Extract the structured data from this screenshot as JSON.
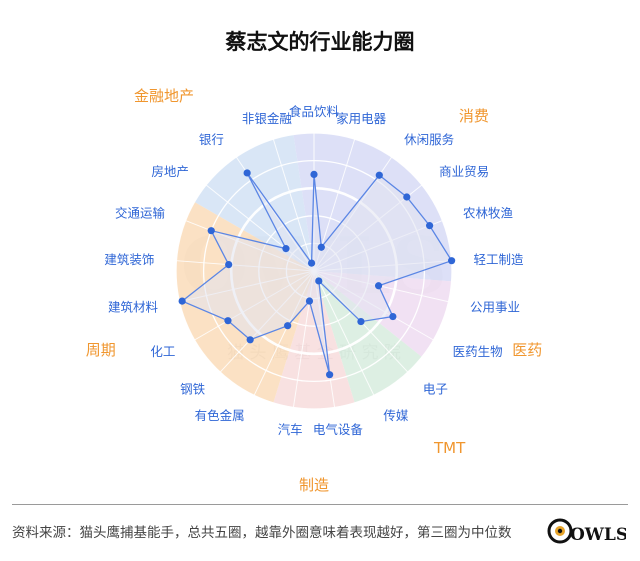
{
  "title": "蔡志文的行业能力圈",
  "footnote": "资料来源：猫头鹰捕基能手，总共五圈，越靠外圈意味着表现越好，第三圈为中位数",
  "watermark": "猫 头 鹰 基 金 研 究 院",
  "logo_text": "OWLS",
  "colors": {
    "line": "#5b86e5",
    "dot": "#2f66d6",
    "group_label": "#f0962e",
    "industry_label": "#2f66d6"
  },
  "chart_data": {
    "type": "radar",
    "rings": 5,
    "median_ring": 3,
    "categories": [
      "食品饮料",
      "家用电器",
      "休闲服务",
      "商业贸易",
      "农林牧渔",
      "轻工制造",
      "公用事业",
      "医药生物",
      "电子",
      "传媒",
      "电气设备",
      "汽车",
      "有色金属",
      "钢铁",
      "化工",
      "建筑材料",
      "建筑装饰",
      "交通运输",
      "房地产",
      "银行",
      "非银金融"
    ],
    "values": [
      3.5,
      0.9,
      4.2,
      4.3,
      4.5,
      5.0,
      2.4,
      3.3,
      2.5,
      0.4,
      3.8,
      1.1,
      2.2,
      3.4,
      3.6,
      4.9,
      3.1,
      4.0,
      1.3,
      4.3,
      0.3
    ],
    "groups": [
      {
        "label": "金融地产",
        "color": "#cfe0f4",
        "from": 18,
        "to": 20
      },
      {
        "label": "消费",
        "color": "#d5d8f5",
        "from": 0,
        "to": 5
      },
      {
        "label": "医药",
        "color": "#eddaf0",
        "from": 6,
        "to": 7
      },
      {
        "label": "TMT",
        "color": "#d4ebdc",
        "from": 8,
        "to": 9
      },
      {
        "label": "制造",
        "color": "#f6d9d9",
        "from": 10,
        "to": 11
      },
      {
        "label": "周期",
        "color": "#fad9b5",
        "from": 12,
        "to": 17
      }
    ]
  }
}
